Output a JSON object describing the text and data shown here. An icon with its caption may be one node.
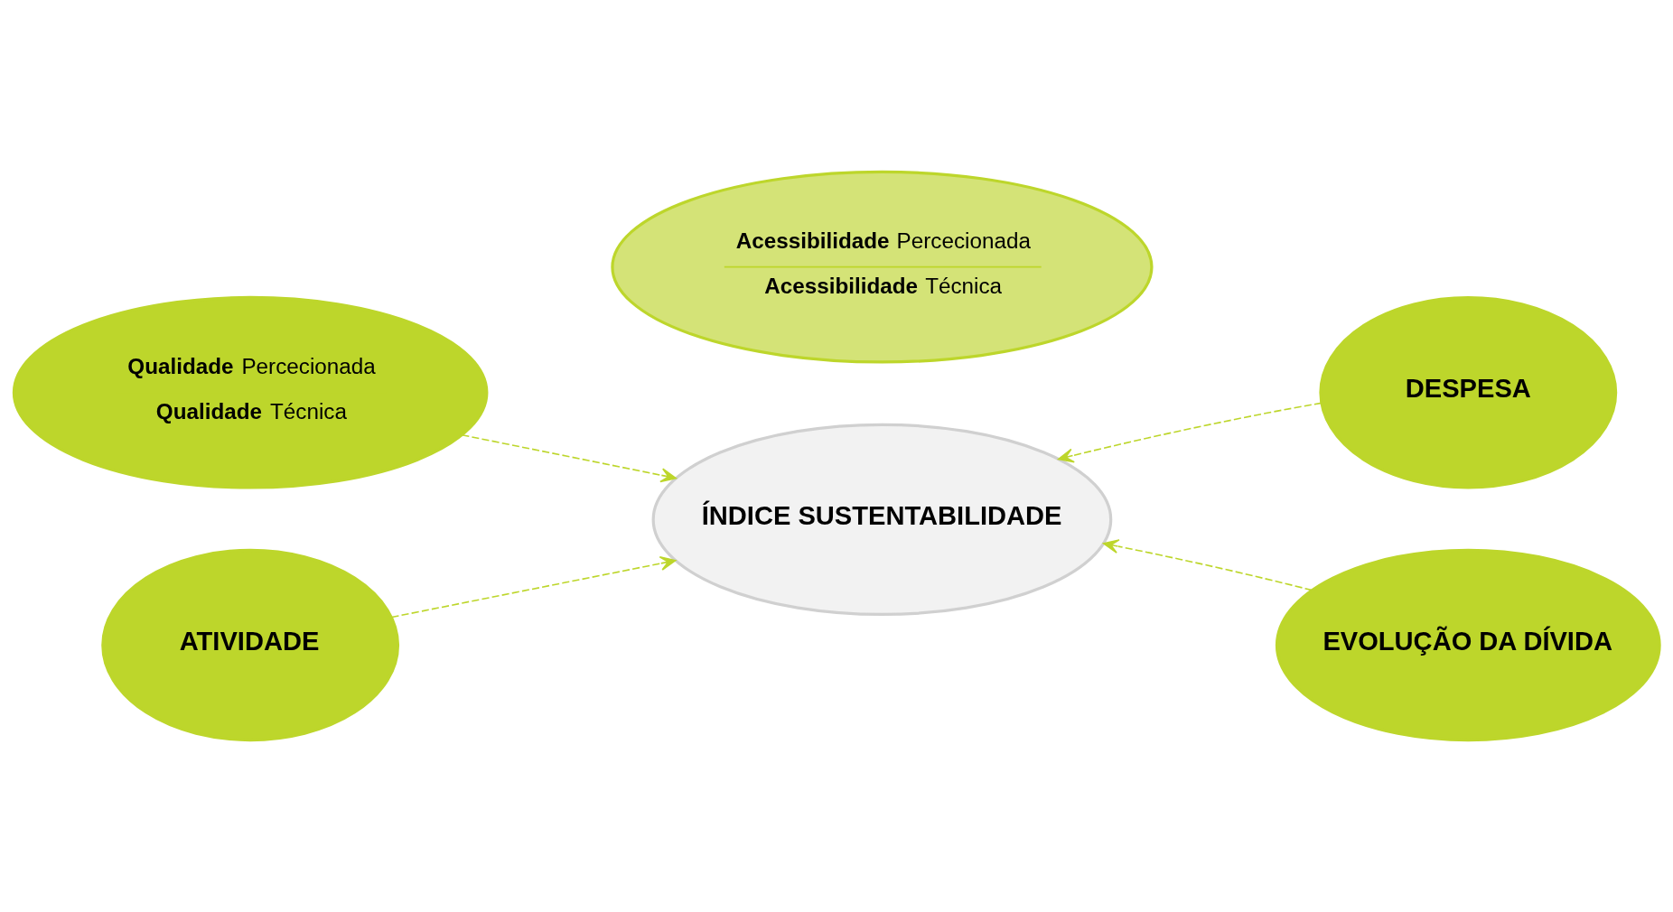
{
  "diagram": {
    "nodes": [
      {
        "text": [
          "**Acessibilidade** Percecionada",
          "**Acessibilidade** Técnica"
        ]
      },
      {
        "text": [
          "**Qualidade** Percecionada",
          "**Qualidade** Técnica"
        ]
      },
      {
        "text": [
          "DESPESA"
        ]
      },
      {
        "text": [
          "ÍNDICE SUSTENTABILIDADE"
        ]
      },
      {
        "text": [
          "ATIVIDADE"
        ]
      },
      {
        "text": [
          "EVOLUÇÃO DA DÍVIDA"
        ]
      }
    ],
    "edges": [
      {
        "from": 1,
        "to": 3,
        "arrow": "to",
        "style": "dashed"
      },
      {
        "from": 2,
        "to": 3,
        "arrow": "to",
        "style": "dashed"
      },
      {
        "from": 4,
        "to": 3,
        "arrow": "to",
        "style": "dashed"
      },
      {
        "from": 5,
        "to": 3,
        "arrow": "to",
        "style": "dashed"
      }
    ]
  }
}
